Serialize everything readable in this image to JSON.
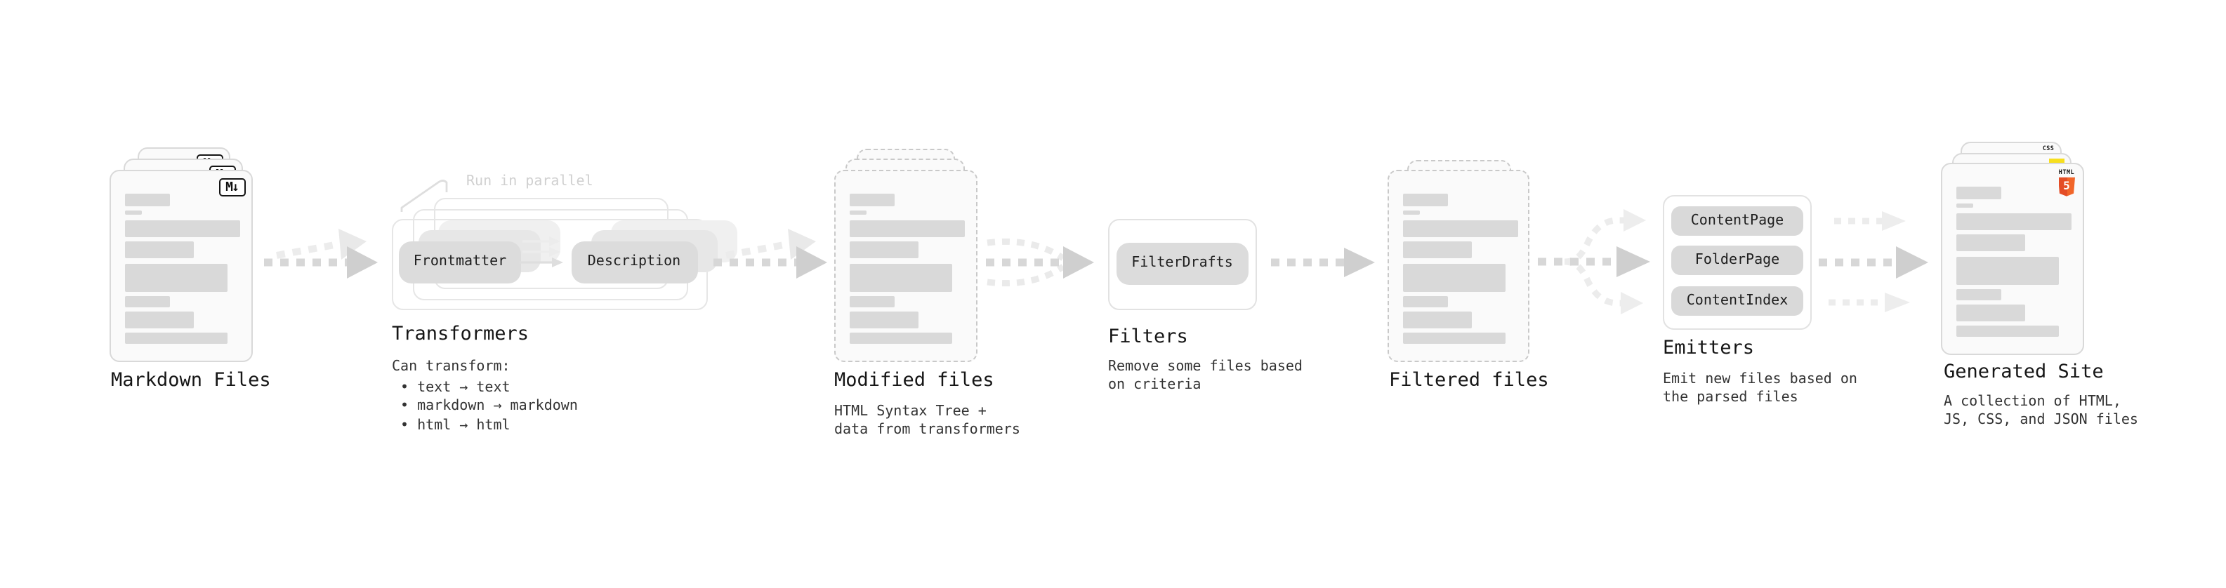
{
  "pipeline": {
    "markdown": {
      "title": "Markdown Files",
      "badge": "M↓"
    },
    "transformers": {
      "title": "Transformers",
      "note": "Run in parallel",
      "pills": [
        "Frontmatter",
        "Description"
      ],
      "heading": "Can transform:",
      "bullets": [
        "• text → text",
        "• markdown → markdown",
        "• html → html"
      ]
    },
    "modified": {
      "title": "Modified files",
      "desc": [
        "HTML Syntax Tree +",
        "data from transformers"
      ]
    },
    "filters": {
      "title": "Filters",
      "pill": "FilterDrafts",
      "desc": [
        "Remove some files based",
        "on criteria"
      ]
    },
    "filtered": {
      "title": "Filtered files"
    },
    "emitters": {
      "title": "Emitters",
      "pills": [
        "ContentPage",
        "FolderPage",
        "ContentIndex"
      ],
      "desc": [
        "Emit new files based on",
        "the parsed files"
      ]
    },
    "generated": {
      "title": "Generated Site",
      "css_badge": "CSS",
      "html_badge": "HTML",
      "html_number": "5",
      "desc": [
        "A collection of HTML,",
        "JS, CSS, and JSON files"
      ]
    }
  },
  "colors": {
    "arrow_gray": "#d7d7d7",
    "arrow_head_gray": "#cfcfcf",
    "arrow_light": "#ececec",
    "html5_orange": "#e44d26",
    "html5_orange_light": "#f16529",
    "js_yellow": "#f7df1e",
    "css_blue": "#1d6fe0"
  }
}
